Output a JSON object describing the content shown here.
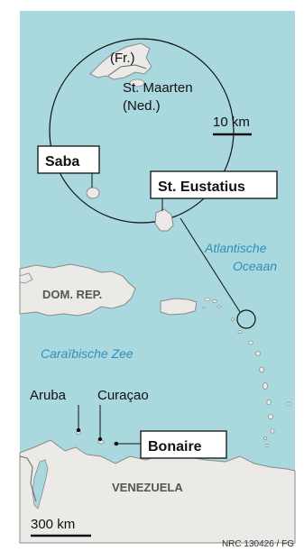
{
  "colors": {
    "sea": "#a9d8de",
    "land": "#eceae6",
    "land_stroke": "#8a8a8a",
    "border": "#666666",
    "ocean_text": "#2f8fb8",
    "text": "#111111",
    "background": "#ffffff"
  },
  "map": {
    "inset_labels": {
      "fr": "(Fr.)",
      "st_maarten": "St. Maarten",
      "ned": "(Ned.)"
    },
    "inset_scale": "10 km",
    "islands": {
      "saba": "Saba",
      "st_eustatius": "St. Eustatius",
      "aruba": "Aruba",
      "curacao": "Curaçao",
      "bonaire": "Bonaire"
    },
    "regions": {
      "dom_rep": "DOM. REP.",
      "venezuela": "VENEZUELA"
    },
    "waters": {
      "atlantic_line1": "Atlantische",
      "atlantic_line2": "Oceaan",
      "caribbean": "Caraïbische Zee"
    },
    "main_scale": "300 km",
    "credit": "NRC 130426 / FG"
  }
}
